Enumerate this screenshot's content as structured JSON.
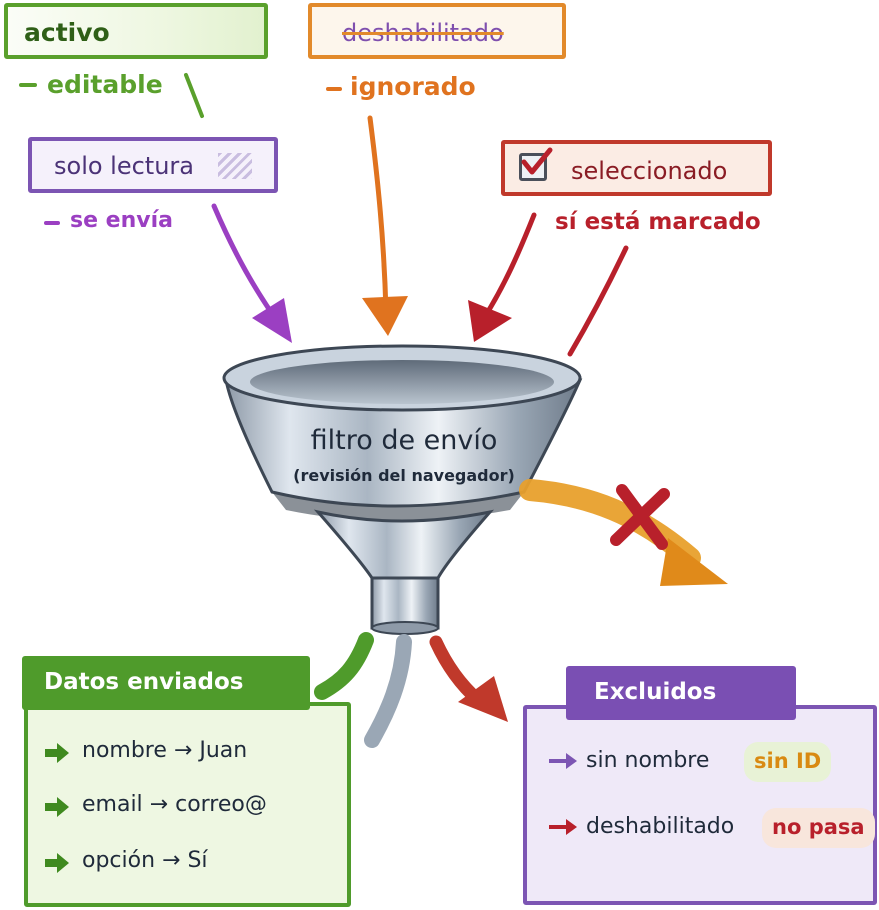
{
  "states": {
    "activo": {
      "label": "activo",
      "note": "editable",
      "color": "#5aa02c"
    },
    "deshabilitado": {
      "label": "deshabilitado",
      "note": "ignorado",
      "color": "#e28a2b"
    },
    "solo_lectura": {
      "label": "solo lectura",
      "note": "se envía",
      "color": "#7c55b3"
    },
    "seleccionado": {
      "label": "seleccionado",
      "note": "sí está marcado",
      "color": "#c0392b"
    }
  },
  "funnel": {
    "title": "filtro de envío",
    "subtitle": "(revisión del navegador)"
  },
  "datos_enviados": {
    "title": "Datos enviados",
    "rows": [
      {
        "field": "nombre",
        "value": "Juan"
      },
      {
        "field": "email",
        "value": "correo@"
      },
      {
        "field": "opción",
        "value": "Sí"
      }
    ]
  },
  "excluidos": {
    "title": "Excluidos",
    "rows": [
      {
        "label": "sin nombre",
        "badge": "sin ID"
      },
      {
        "label": "deshabilitado",
        "badge": "no pasa"
      }
    ]
  }
}
